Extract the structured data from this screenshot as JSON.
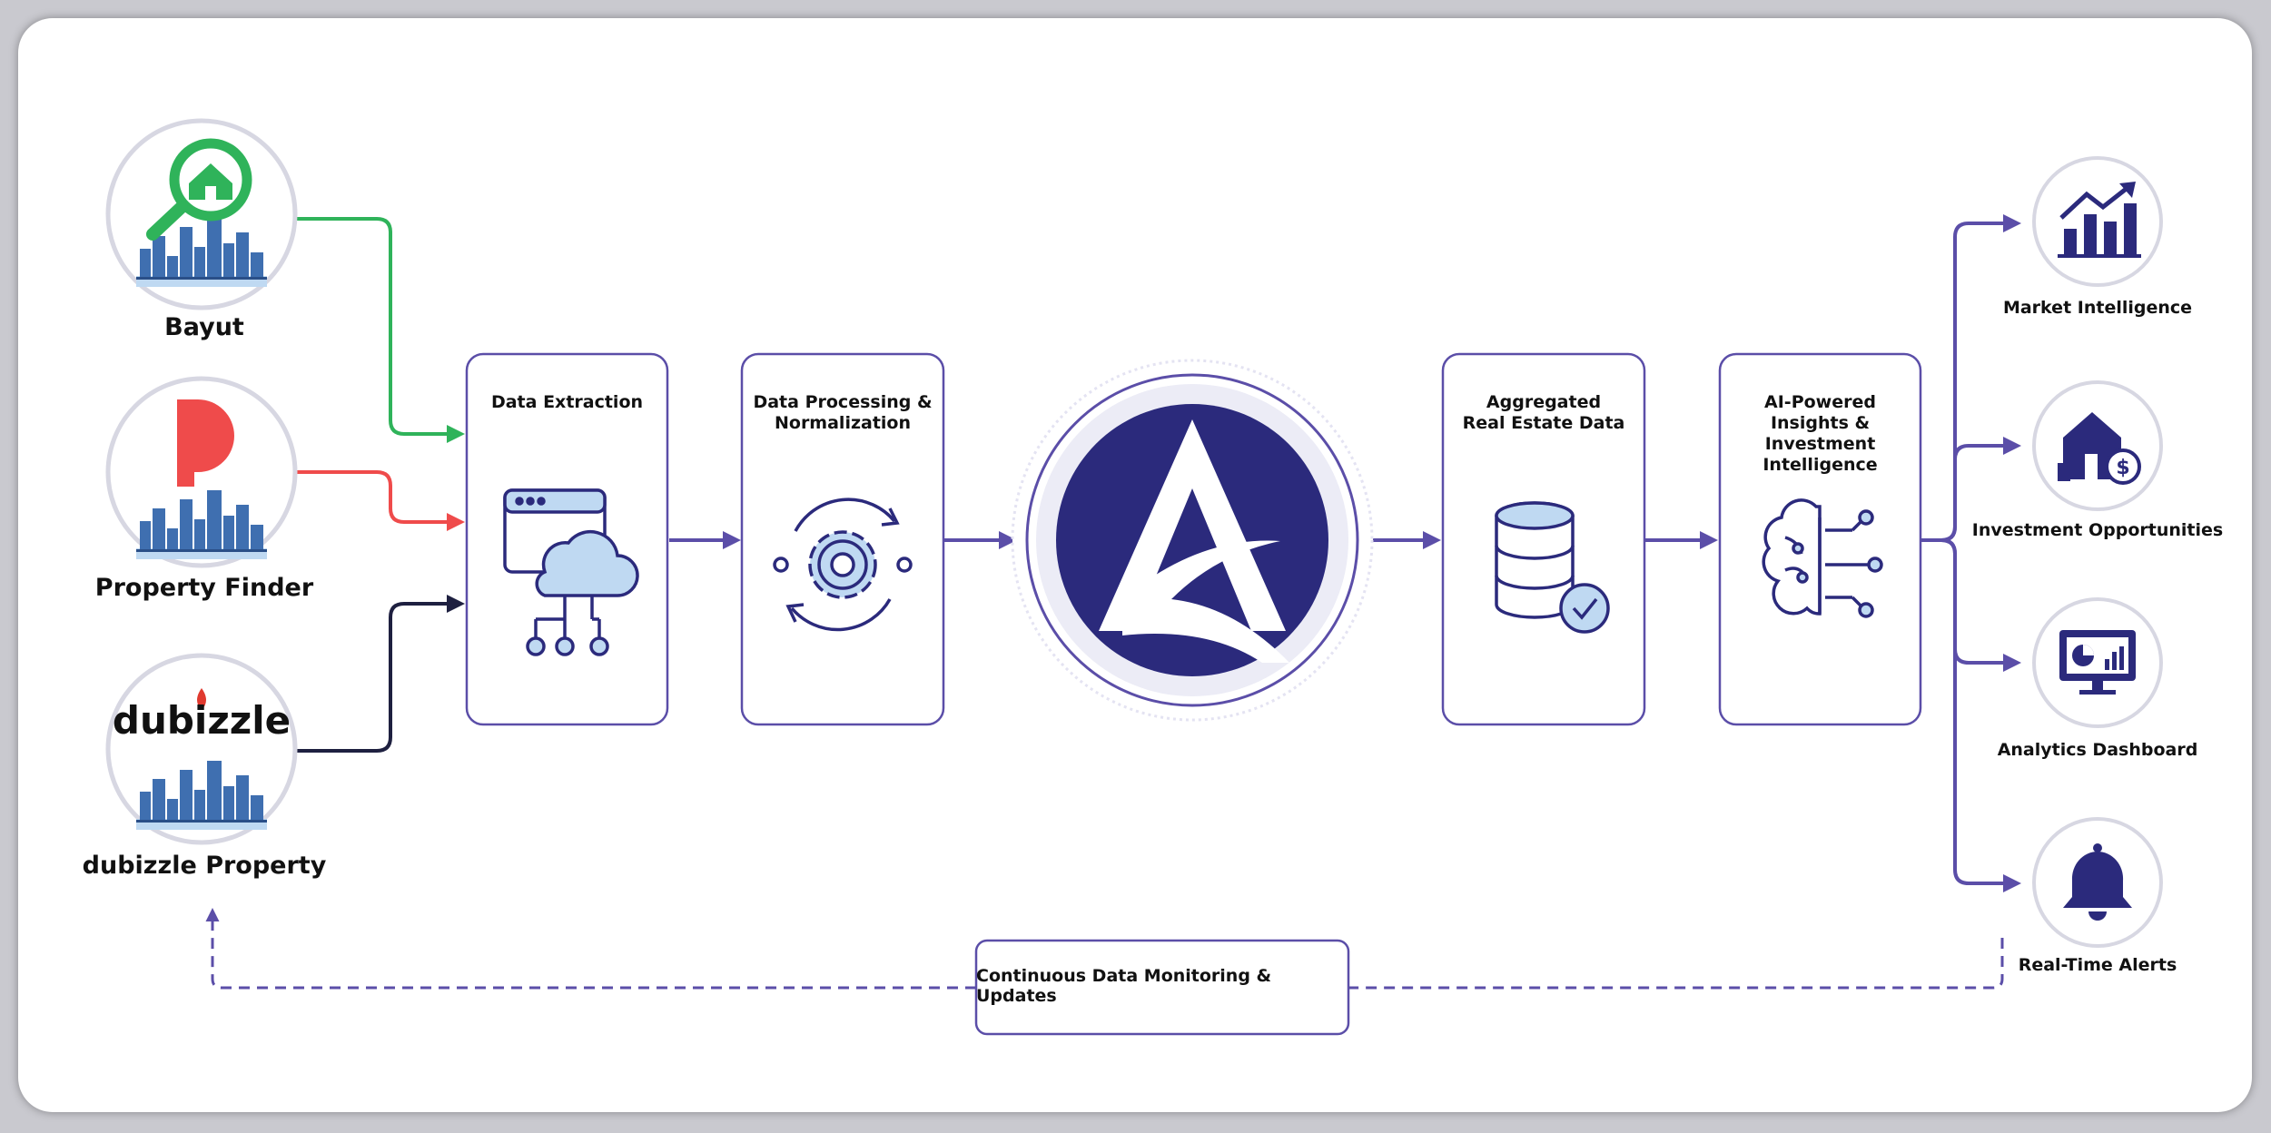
{
  "sources": [
    {
      "id": "bayut",
      "label": "Bayut",
      "color": "#2fb35a"
    },
    {
      "id": "property-finder",
      "label": "Property Finder",
      "color": "#ef4b4b"
    },
    {
      "id": "dubizzle",
      "label": "dubizzle Property",
      "logo_text": "dubizzle",
      "color": "#1e2040"
    }
  ],
  "stages": [
    {
      "id": "data-extraction",
      "title": "Data Extraction"
    },
    {
      "id": "data-processing",
      "title": "Data Processing &\nNormalization"
    },
    {
      "id": "aggregated-data",
      "title": "Aggregated\nReal Estate Data"
    },
    {
      "id": "ai-insights",
      "title": "AI-Powered\nInsights & Investment\nIntelligence"
    }
  ],
  "outputs": [
    {
      "id": "market-intelligence",
      "label": "Market Intelligence",
      "icon": "bar-chart-up-icon"
    },
    {
      "id": "investment-opportunities",
      "label": "Investment Opportunities",
      "icon": "house-dollar-icon"
    },
    {
      "id": "analytics-dashboard",
      "label": "Analytics Dashboard",
      "icon": "monitor-chart-icon"
    },
    {
      "id": "real-time-alerts",
      "label": "Real-Time Alerts",
      "icon": "bell-icon"
    }
  ],
  "feedback": {
    "label": "Continuous Data Monitoring & Updates"
  },
  "center_logo": {
    "icon": "a-logo-icon"
  },
  "colors": {
    "accent": "#5b4ea8",
    "navy": "#2b2a7c",
    "light_blue": "#bfd9f2",
    "city_blue": "#3f6fb0"
  }
}
